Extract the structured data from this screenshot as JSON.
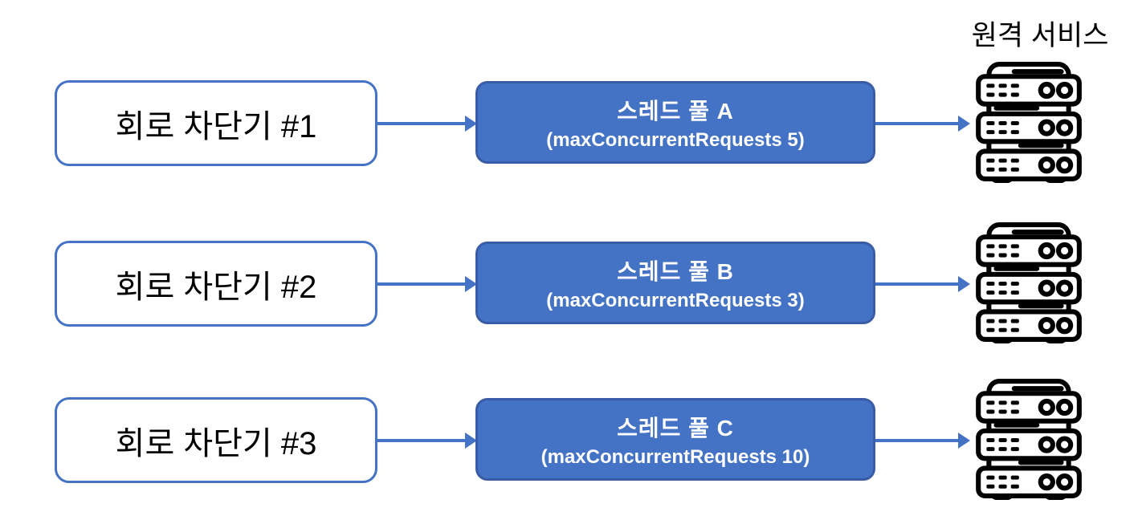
{
  "diagram": {
    "remote_service_label": "원격 서비스",
    "colors": {
      "accent_blue": "#4472C4",
      "pool_border_blue": "#3A5BA5",
      "icon_outline": "#000000",
      "pool_text": "#FFFFFF",
      "text": "#000000"
    },
    "rows": [
      {
        "breaker_label": "회로 차단기 #1",
        "pool_name": "스레드 풀 A",
        "pool_config": "(maxConcurrentRequests 5)"
      },
      {
        "breaker_label": "회로 차단기 #2",
        "pool_name": "스레드 풀 B",
        "pool_config": "(maxConcurrentRequests 3)"
      },
      {
        "breaker_label": "회로 차단기 #3",
        "pool_name": "스레드 풀 C",
        "pool_config": "(maxConcurrentRequests 10)"
      }
    ]
  }
}
